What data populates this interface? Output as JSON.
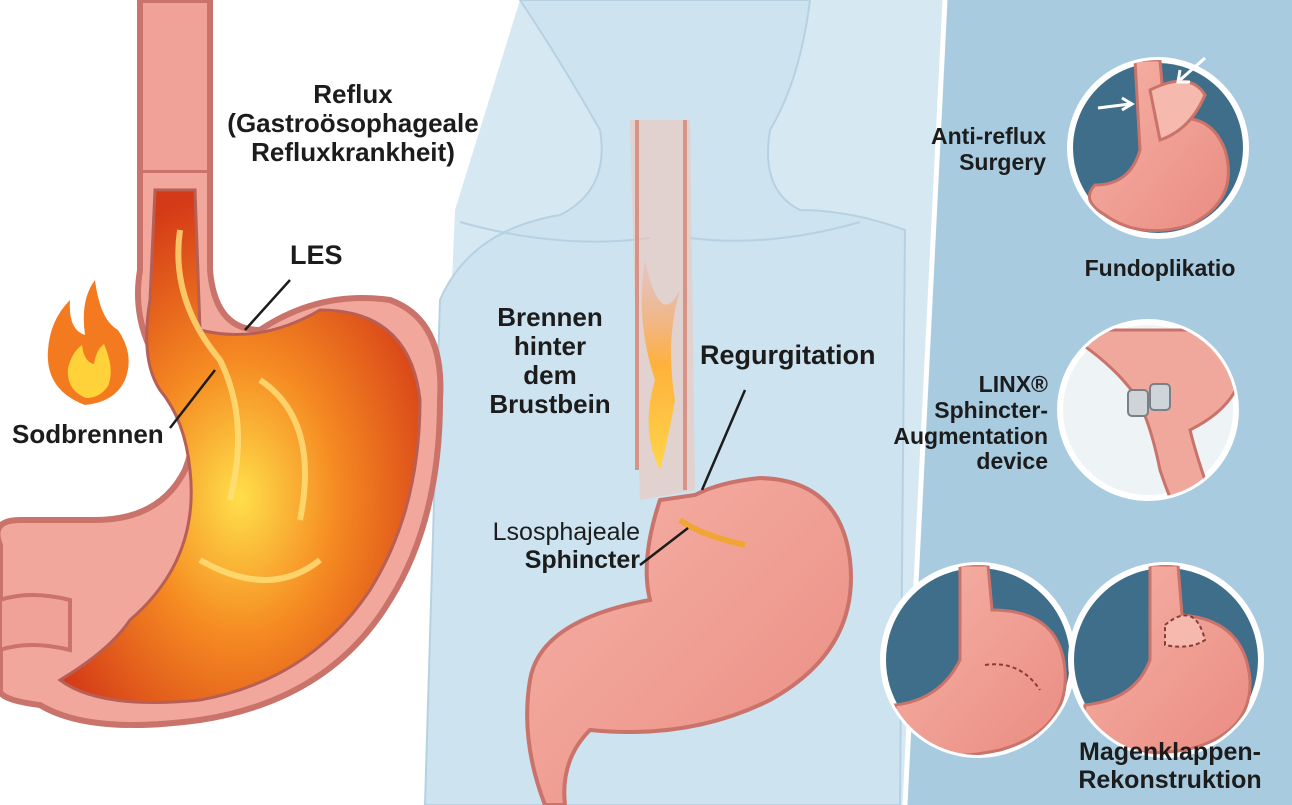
{
  "colors": {
    "panel_left_bg": "#ffffff",
    "panel_middle_bg": "#d6e9f3",
    "panel_right_bg": "#a9cbe0",
    "medallion_bg": "#3f6e8a",
    "tissue": "#f1a298",
    "tissue_dark": "#c9736b",
    "flame_orange": "#f47a1f",
    "flame_yellow": "#ffd23a",
    "text": "#1c1c1c"
  },
  "icons": [
    "flame-icon",
    "arrow-icon"
  ],
  "left_panel": {
    "title_lines": [
      "Reflux",
      "(Gastroösophageale",
      "Refluxkrankheit)"
    ],
    "les_label": "LES",
    "heartburn_label": "Sodbrennen"
  },
  "middle_panel": {
    "burning_lines": [
      "Brennen",
      "hinter",
      "dem",
      "Brustbein"
    ],
    "regurgitation_label": "Regurgitation",
    "sphincter_lines": [
      "Lsosphajeale",
      "Sphincter"
    ]
  },
  "right_panel": {
    "surgery_lines": [
      "Anti-reflux",
      "Surgery"
    ],
    "fundoplication_label": "Fundoplikatio",
    "linx_lines": [
      "LINX®",
      "Sphincter-",
      "Augmentation",
      "device"
    ],
    "reconstruction_lines": [
      "Magenklappen-",
      "Rekonstruktion"
    ]
  }
}
